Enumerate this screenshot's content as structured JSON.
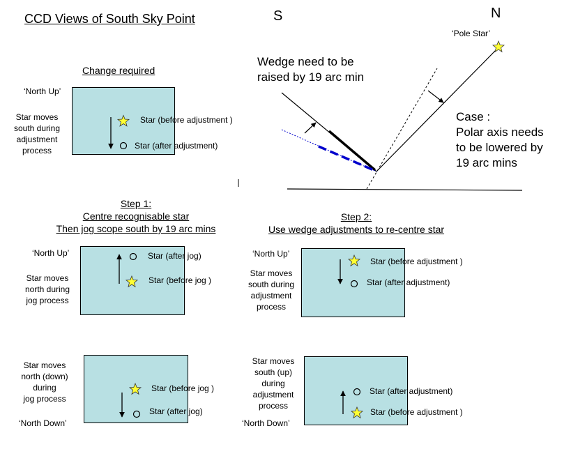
{
  "title": "CCD Views of South Sky Point",
  "compass": {
    "south": "S",
    "north": "N"
  },
  "pole_star": "‘Pole Star’",
  "wedge_note": [
    "Wedge need to be",
    "raised by 19 arc min"
  ],
  "case_note": [
    "Case :",
    "Polar axis needs",
    "to be lowered by",
    "19 arc mins"
  ],
  "change": {
    "heading": "Change required",
    "orientation": "‘North Up’",
    "description": [
      "Star moves",
      "south during",
      "adjustment",
      "process"
    ],
    "star_before": "Star (before adjustment )",
    "star_after": "Star (after adjustment)"
  },
  "step1": {
    "heading": [
      "Step 1:",
      "Centre recognisable star",
      "Then jog scope south by 19 arc mins"
    ],
    "upper": {
      "orientation": "‘North Up’",
      "description": [
        "Star moves",
        "north during",
        "jog process"
      ],
      "star_after": "Star (after jog)",
      "star_before": "Star (before jog )"
    },
    "lower": {
      "orientation": "‘North Down’",
      "description": [
        "Star moves",
        "north (down)",
        "during",
        "jog process"
      ],
      "star_before": "Star (before jog )",
      "star_after": "Star (after jog)"
    }
  },
  "step2": {
    "heading": [
      "Step 2:",
      "Use wedge adjustments to re-centre star"
    ],
    "upper": {
      "orientation": "‘North Up’",
      "description": [
        "Star moves",
        "south during",
        "adjustment",
        "process"
      ],
      "star_before": "Star (before adjustment )",
      "star_after": "Star (after adjustment)"
    },
    "lower": {
      "orientation": "‘North Down’",
      "description": [
        "Star moves",
        "south (up)",
        "during",
        "adjustment",
        "process"
      ],
      "star_after": "Star (after adjustment)",
      "star_before": "Star (before adjustment )"
    }
  },
  "colors": {
    "ccd_field": "#b8e0e3",
    "star_fill": "#ffff33",
    "wedge_dashed": "#0000cc"
  }
}
